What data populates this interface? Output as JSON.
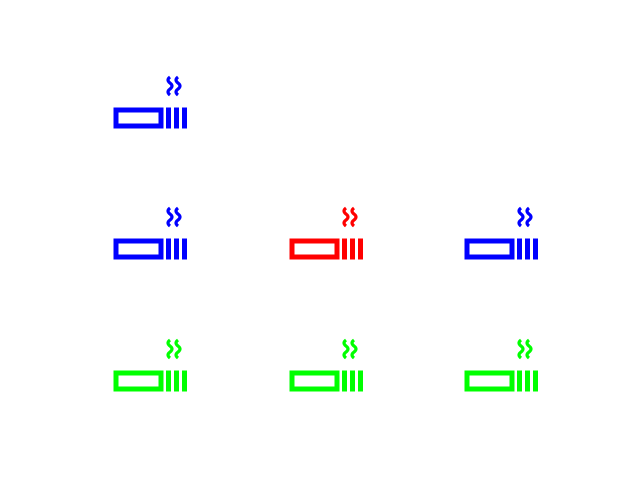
{
  "colors": {
    "blue": "#0000ff",
    "red": "#ff0000",
    "green": "#00ff00"
  },
  "grid": {
    "rows": [
      [
        "smoking-icon",
        null,
        null
      ],
      [
        "smoking-icon",
        "smoking-icon",
        "smoking-icon"
      ],
      [
        "smoking-icon",
        "smoking-icon",
        "smoking-icon"
      ]
    ],
    "row_colors": [
      [
        "blue",
        null,
        null
      ],
      [
        "blue",
        "red",
        "blue"
      ],
      [
        "green",
        "green",
        "green"
      ]
    ]
  }
}
